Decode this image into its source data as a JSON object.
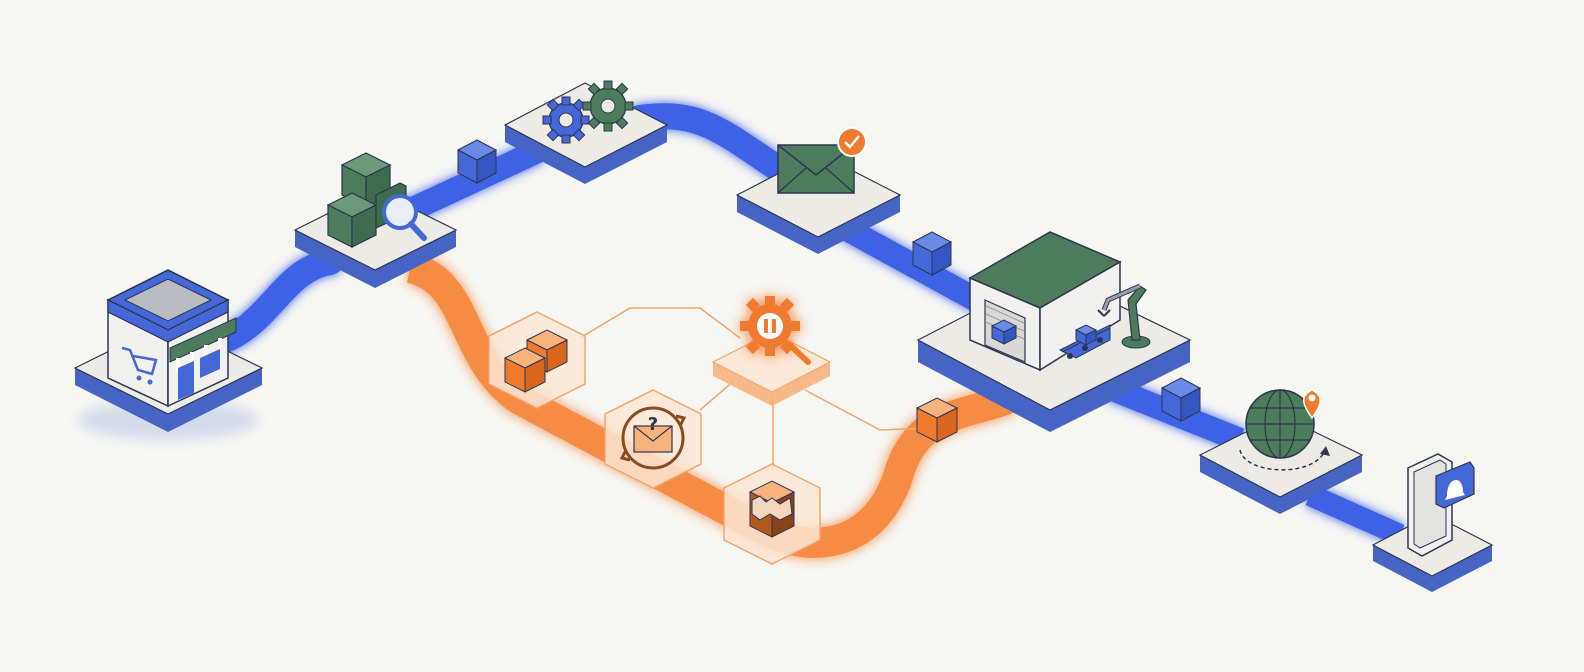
{
  "diagram": {
    "colors": {
      "background": "#f6f6f3",
      "main_flow": "#3d62e6",
      "exception_flow": "#f6863a",
      "node_top": "#ecebe5",
      "node_side": "#4564c4",
      "icon_green": "#4c7c5c",
      "icon_blue": "#4468d8",
      "icon_orange": "#f07a2e",
      "ink": "#2d3550"
    },
    "main_flow_nodes": [
      {
        "id": "storefront",
        "icon": "storefront-cart-icon"
      },
      {
        "id": "inventory-check",
        "icon": "boxes-magnifier-icon"
      },
      {
        "id": "processing",
        "icon": "gears-icon"
      },
      {
        "id": "confirmation",
        "icon": "envelope-check-icon"
      },
      {
        "id": "fulfillment-center",
        "icon": "warehouse-robot-arm-icon"
      },
      {
        "id": "global-shipping",
        "icon": "globe-location-icon"
      },
      {
        "id": "mobile-notification",
        "icon": "phone-notification-icon"
      }
    ],
    "exception_flow_nodes": [
      {
        "id": "split-shipment",
        "icon": "stacked-boxes-icon"
      },
      {
        "id": "paused-processing",
        "icon": "pause-gear-magnifier-icon"
      },
      {
        "id": "customer-query",
        "icon": "envelope-question-cycle-icon"
      },
      {
        "id": "damaged-package",
        "icon": "broken-box-icon"
      }
    ],
    "parcels": [
      {
        "id": "parcel-1",
        "icon": "parcel-icon"
      },
      {
        "id": "parcel-2",
        "icon": "parcel-icon"
      },
      {
        "id": "parcel-3",
        "icon": "parcel-icon"
      },
      {
        "id": "parcel-4",
        "icon": "parcel-icon"
      }
    ]
  }
}
